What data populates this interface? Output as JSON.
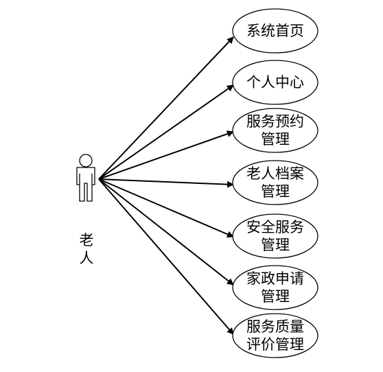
{
  "actor": {
    "name_lines": [
      "老",
      "人"
    ]
  },
  "use_cases": [
    {
      "id": "home",
      "lines": [
        "系统首页"
      ]
    },
    {
      "id": "personal-center",
      "lines": [
        "个人中心"
      ]
    },
    {
      "id": "service-appointment",
      "lines": [
        "服务预约",
        "管理"
      ]
    },
    {
      "id": "elder-archive",
      "lines": [
        "老人档案",
        "管理"
      ]
    },
    {
      "id": "safety-service",
      "lines": [
        "安全服务",
        "管理"
      ]
    },
    {
      "id": "housekeeping-apply",
      "lines": [
        "家政申请",
        "管理"
      ]
    },
    {
      "id": "service-quality",
      "lines": [
        "服务质量",
        "评价管理"
      ]
    }
  ],
  "colors": {
    "stroke": "#000000",
    "background": "#ffffff"
  }
}
